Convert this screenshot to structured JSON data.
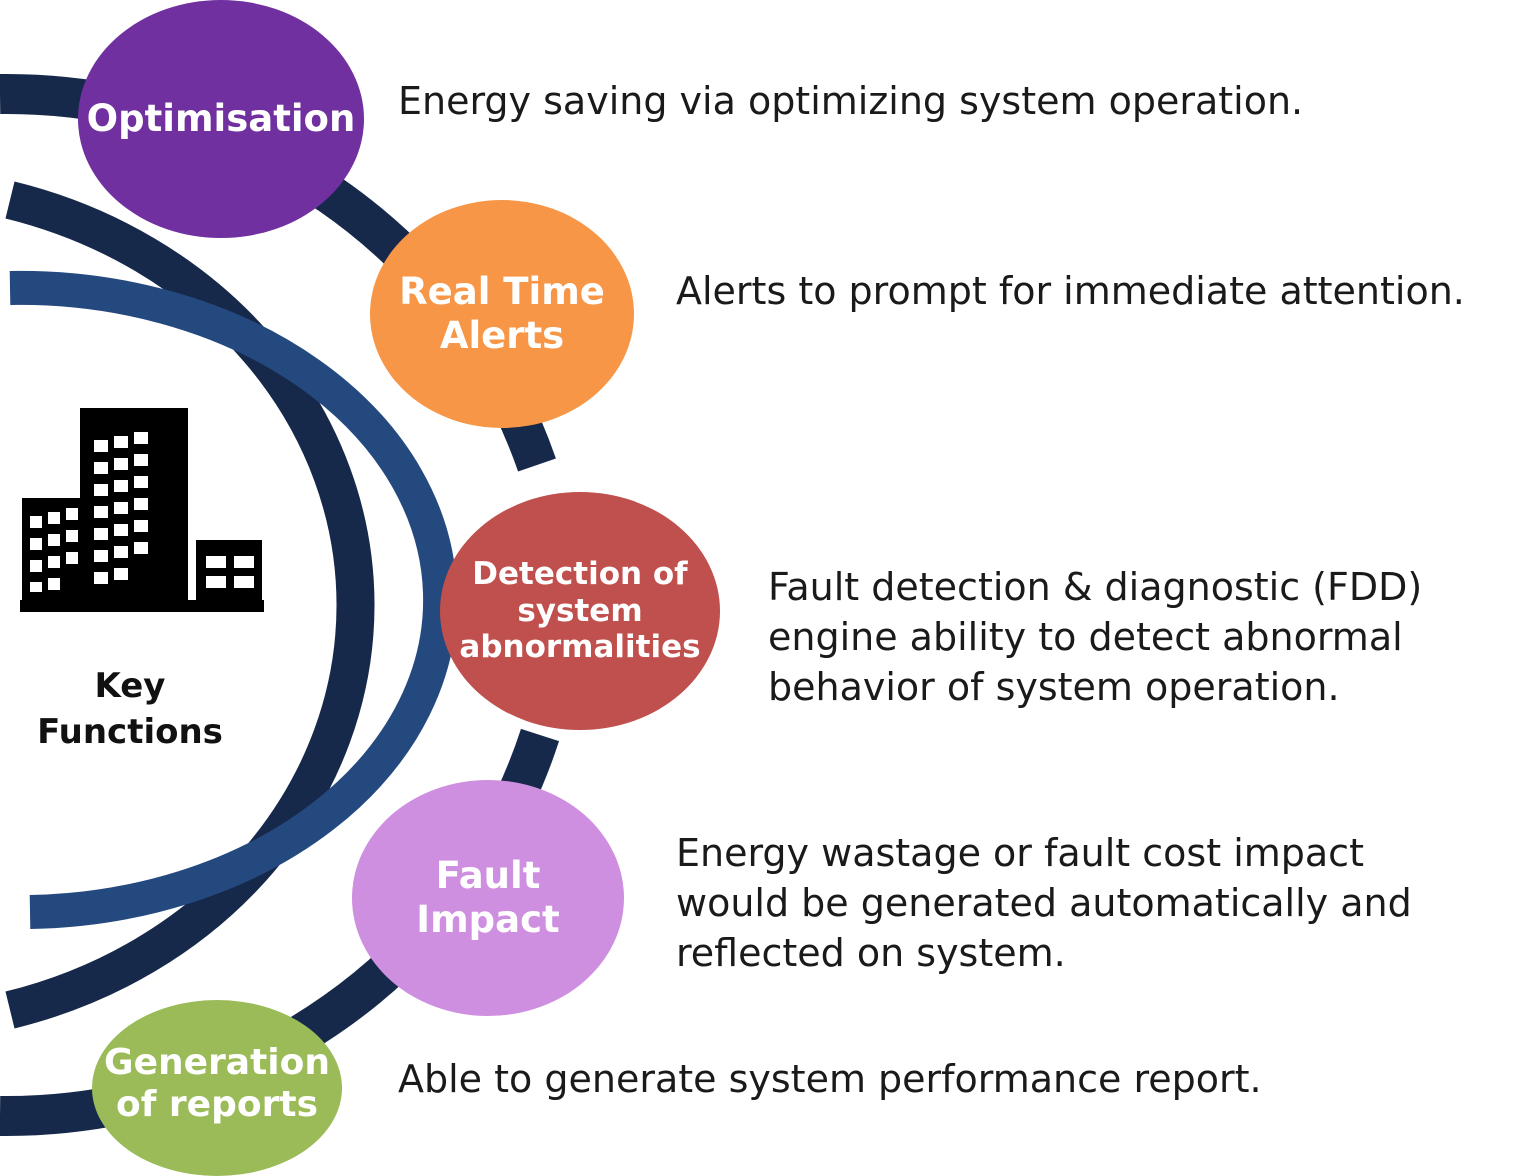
{
  "center": {
    "label": "Key\nFunctions",
    "icon": "building-icon"
  },
  "colors": {
    "arc_dark": "#17294a",
    "arc_blue": "#24497e",
    "text": "#1a1a1a"
  },
  "functions": [
    {
      "title": "Optimisation",
      "description": "Energy saving via optimizing system operation.",
      "color": "#7030a0"
    },
    {
      "title": "Real Time\nAlerts",
      "description": "Alerts to prompt for immediate attention.",
      "color": "#f79646"
    },
    {
      "title": "Detection of\nsystem\nabnormalities",
      "description": "Fault detection & diagnostic (FDD)\nengine ability to detect abnormal\nbehavior of system operation.",
      "color": "#c0504d"
    },
    {
      "title": "Fault\nImpact",
      "description": "Energy wastage or fault cost impact\nwould be generated automatically and\nreflected on system.",
      "color": "#cf8fe0"
    },
    {
      "title": "Generation\nof reports",
      "description": "Able to generate system performance report.",
      "color": "#9bbb59"
    }
  ]
}
